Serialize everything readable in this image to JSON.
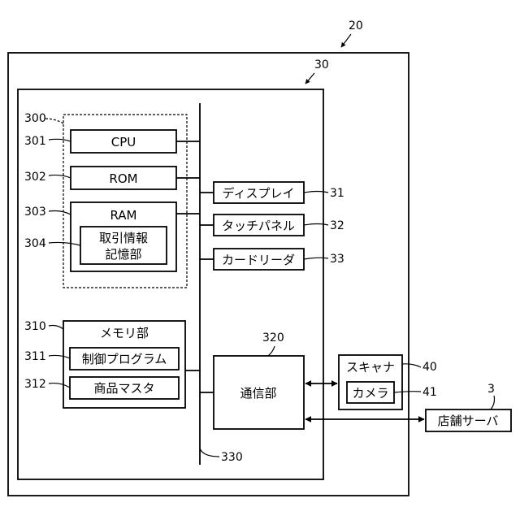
{
  "diagram": {
    "refs": {
      "terminal": "20",
      "control_unit": "30",
      "processor_group": "300",
      "cpu": "301",
      "rom": "302",
      "ram": "303",
      "transaction_store": "304",
      "memory": "310",
      "control_program": "311",
      "product_master": "312",
      "comm": "320",
      "bus": "330",
      "display": "31",
      "touch_panel": "32",
      "card_reader": "33",
      "scanner": "40",
      "camera": "41",
      "store_server": "3"
    },
    "labels": {
      "cpu": "CPU",
      "rom": "ROM",
      "ram": "RAM",
      "transaction_store_line1": "取引情報",
      "transaction_store_line2": "記憶部",
      "memory": "メモリ部",
      "control_program": "制御プログラム",
      "product_master": "商品マスタ",
      "display": "ディスプレイ",
      "touch_panel": "タッチパネル",
      "card_reader": "カードリーダ",
      "comm": "通信部",
      "scanner": "スキャナ",
      "camera": "カメラ",
      "store_server": "店舗サーバ"
    }
  }
}
